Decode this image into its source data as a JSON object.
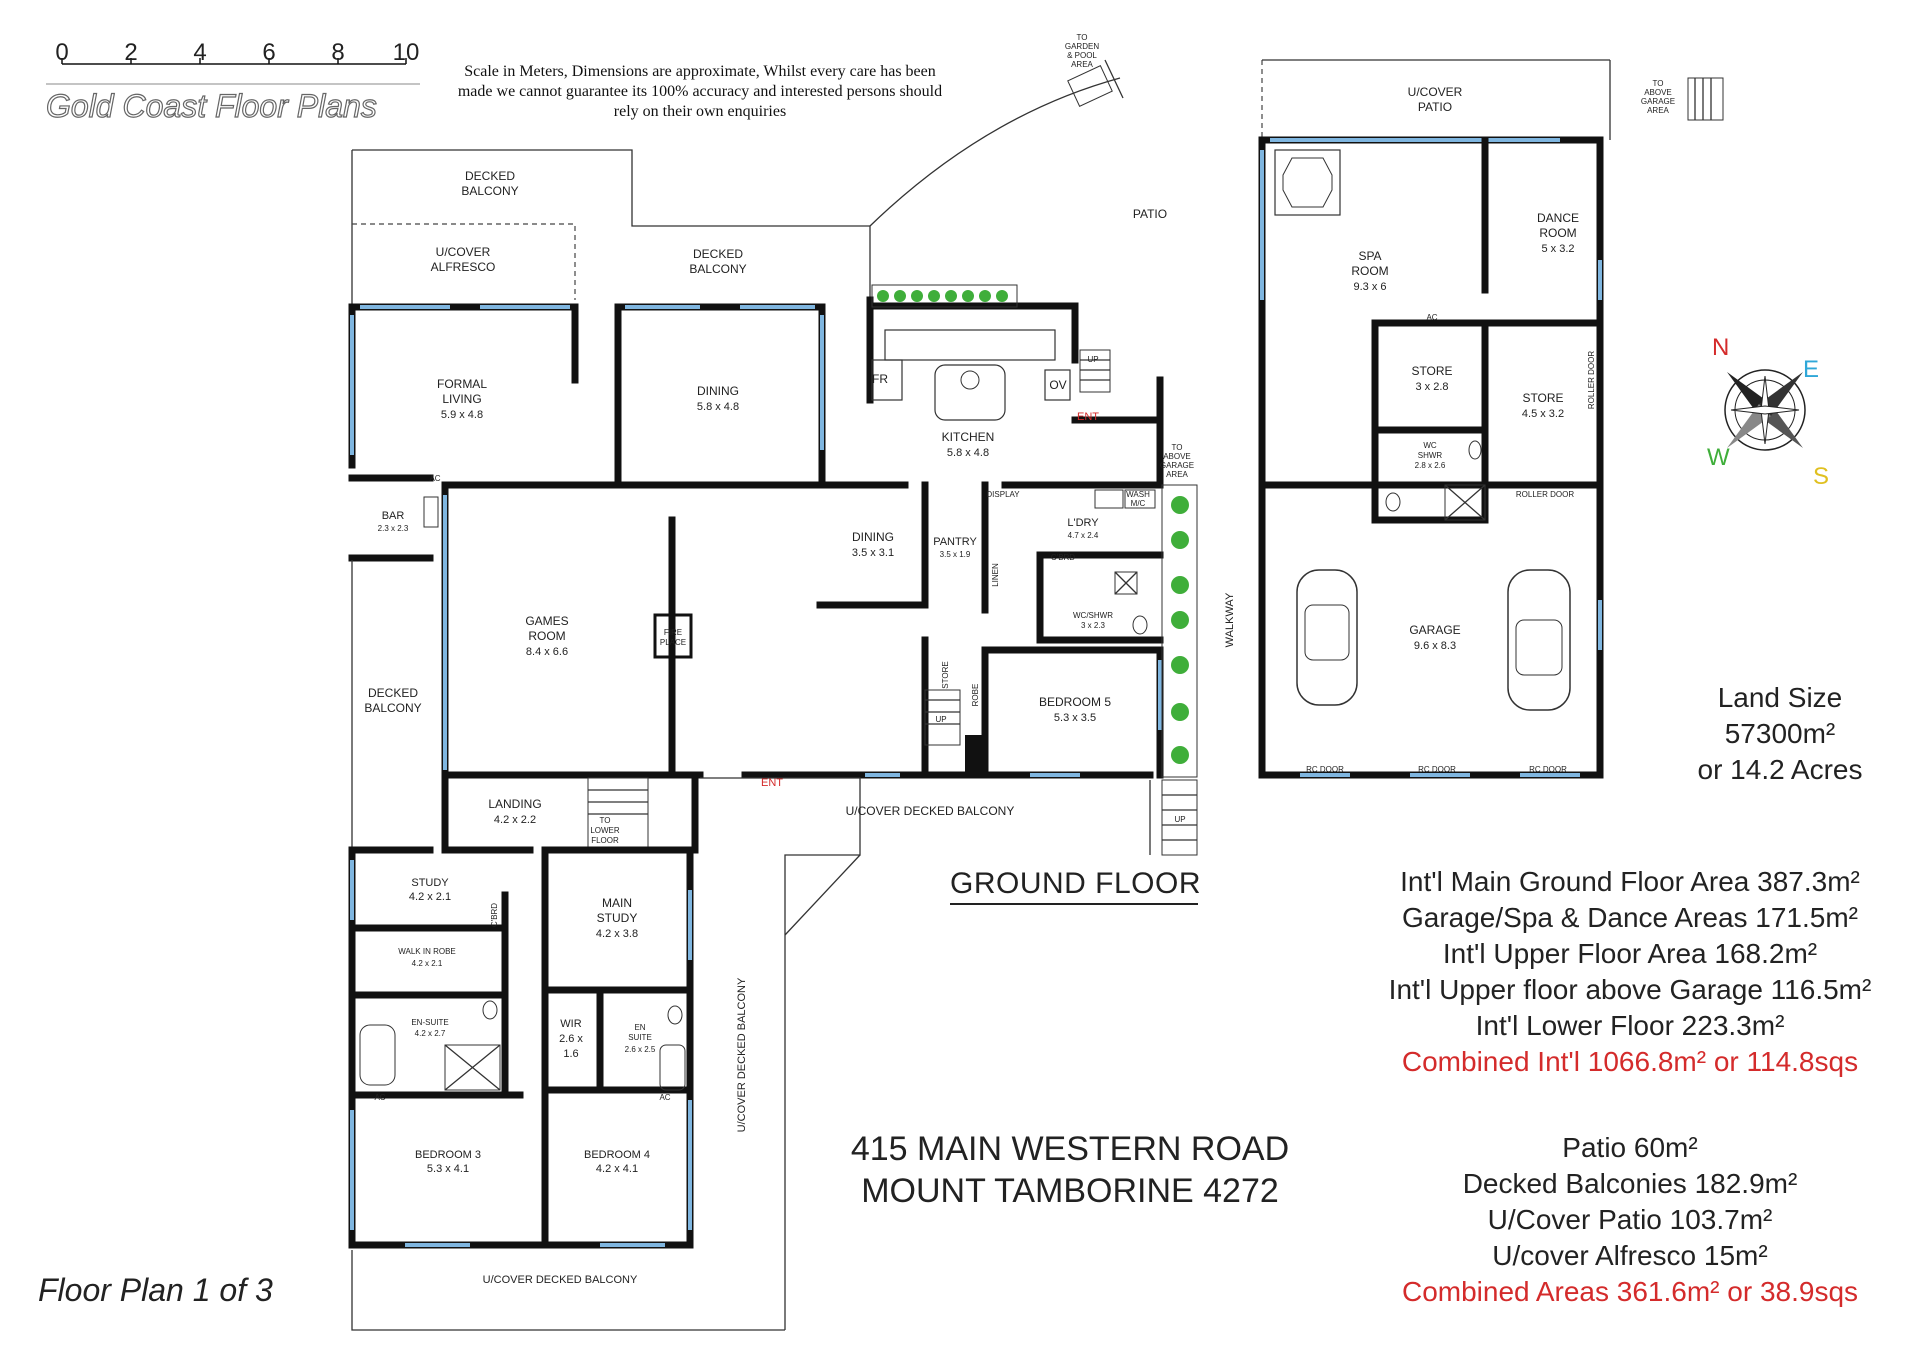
{
  "scale": {
    "ticks": [
      "0",
      "2",
      "4",
      "6",
      "8",
      "10"
    ],
    "brand": "Gold Coast Floor Plans",
    "note": "Scale in Meters, Dimensions are approximate, Whilst every care has been made we cannot guarantee its 100% accuracy and interested persons should rely on their own enquiries"
  },
  "plan": {
    "level": "GROUND FLOOR",
    "footer": "Floor Plan 1 of 3",
    "entries": [
      "ENT",
      "ENT"
    ]
  },
  "rooms": {
    "decked_balcony_top": [
      "DECKED",
      "BALCONY"
    ],
    "alfresco": [
      "U/COVER",
      "ALFRESCO"
    ],
    "decked_balcony_mid": [
      "DECKED",
      "BALCONY"
    ],
    "patio": "PATIO",
    "formal_living": [
      "FORMAL",
      "LIVING",
      "5.9 x 4.8"
    ],
    "dining_main": [
      "DINING",
      "5.8 x 4.8"
    ],
    "kitchen": [
      "KITCHEN",
      "5.8 x 4.8"
    ],
    "fr": "FR",
    "ov": "OV",
    "bar": [
      "BAR",
      "2.3 x 2.3"
    ],
    "games_room": [
      "GAMES",
      "ROOM",
      "8.4 x 6.6"
    ],
    "fire_place": [
      "FIRE",
      "PLACE"
    ],
    "dining_small": [
      "DINING",
      "3.5 x 3.1"
    ],
    "pantry": [
      "PANTRY",
      "3.5 x 1.9"
    ],
    "display": "DISPLAY",
    "linen": "LINEN",
    "laundry": [
      "L'DRY",
      "4.7 x 2.4"
    ],
    "wash_mc": [
      "WASH",
      "M/C"
    ],
    "cbrd_laundry": "C'BRD",
    "wc_shwr": [
      "WC/SHWR",
      "3 x 2.3"
    ],
    "decked_balcony_left": [
      "DECKED",
      "BALCONY"
    ],
    "store_small": "STORE",
    "robe": "ROBE",
    "bedroom5": [
      "BEDROOM 5",
      "5.3 x 3.5"
    ],
    "landing": [
      "LANDING",
      "4.2 x 2.2"
    ],
    "to_lower_floor": [
      "TO",
      "LOWER",
      "FLOOR"
    ],
    "ucover_decked_balcony_mid": "U/COVER DECKED BALCONY",
    "study": [
      "STUDY",
      "4.2 x 2.1"
    ],
    "cbrd_study": "C'BRD",
    "main_study": [
      "MAIN",
      "STUDY",
      "4.2 x 3.8"
    ],
    "walk_in_robe": [
      "WALK IN ROBE",
      "4.2 x 2.1"
    ],
    "ensuite_left": [
      "EN-SUITE",
      "4.2 x 2.7"
    ],
    "wir": [
      "WIR",
      "2.6 x",
      "1.6"
    ],
    "ensuite_right": [
      "EN",
      "SUITE",
      "2.6 x 2.5"
    ],
    "bedroom3": [
      "BEDROOM 3",
      "5.3 x 4.1"
    ],
    "bedroom4": [
      "BEDROOM 4",
      "4.2 x 4.1"
    ],
    "ucover_decked_balcony_bottom": "U/COVER DECKED BALCONY",
    "ucover_decked_balcony_vertical": "U/COVER DECKED BALCONY",
    "walkway": "WALKWAY",
    "to_garden": [
      "TO",
      "GARDEN",
      "& POOL",
      "AREA"
    ],
    "to_above_garage_right": [
      "TO",
      "ABOVE",
      "GARAGE",
      "AREA"
    ],
    "to_above_garage_mid": [
      "TO",
      "ABOVE",
      "GARAGE",
      "AREA"
    ],
    "ucover_patio": [
      "U/COVER",
      "PATIO"
    ],
    "spa_room": [
      "SPA",
      "ROOM",
      "9.3 x 6"
    ],
    "dance_room": [
      "DANCE",
      "ROOM",
      "5 x 3.2"
    ],
    "store_a": [
      "STORE",
      "3 x 2.8"
    ],
    "store_b": [
      "STORE",
      "4.5 x 3.2"
    ],
    "roller_door_v": "ROLLER DOOR",
    "roller_door_h": "ROLLER DOOR",
    "wc_shwr_garage": [
      "WC",
      "SHWR",
      "2.8 x 2.6"
    ],
    "garage": [
      "GARAGE",
      "9.6 x 8.3"
    ],
    "rc_doors": [
      "RC DOOR",
      "RC DOOR",
      "RC DOOR"
    ],
    "ac": "AC",
    "up": "UP"
  },
  "compass": {
    "n": "N",
    "e": "E",
    "s": "S",
    "w": "W"
  },
  "land": [
    "Land Size",
    "57300m²",
    "or 14.2 Acres"
  ],
  "areas_int": [
    "Int'l Main Ground Floor Area 387.3m²",
    "Garage/Spa & Dance Areas 171.5m²",
    "Int'l Upper Floor Area 168.2m²",
    "Int'l Upper floor above Garage 116.5m²",
    "Int'l Lower Floor 223.3m²"
  ],
  "areas_int_total": "Combined Int'l 1066.8m² or 114.8sqs",
  "areas_ext": [
    "Patio 60m²",
    "Decked Balconies 182.9m²",
    "U/Cover Patio 103.7m²",
    "U/cover Alfresco 15m²"
  ],
  "areas_ext_total": "Combined Areas 361.6m² or 38.9sqs",
  "address": [
    "415 MAIN WESTERN ROAD",
    "MOUNT TAMBORINE 4272"
  ],
  "colors": {
    "wall": "#111111",
    "glass": "#7fb6e0",
    "highlight": "#d42b2b",
    "planter": "#3fae3a"
  }
}
